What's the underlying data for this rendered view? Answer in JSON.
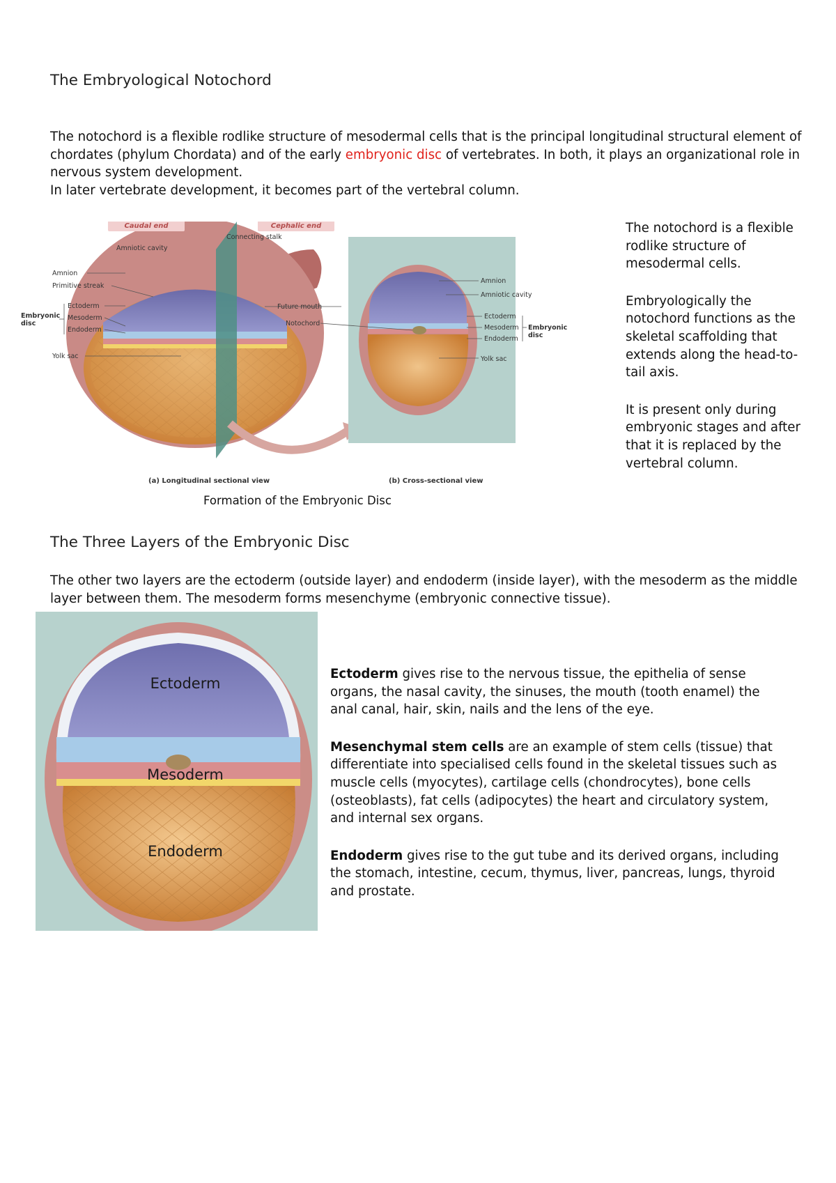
{
  "section1": {
    "title": "The Embryological Notochord",
    "intro_pre": "The notochord is a flexible rodlike structure of mesodermal cells that is the principal longitudinal structural element of chordates (phylum Chordata) and of the early ",
    "intro_link": "embryonic disc",
    "intro_post": " of vertebrates. In both, it plays an organizational role in nervous system development.",
    "intro_line2": "In later vertebrate development, it becomes part of the vertebral column."
  },
  "figure1": {
    "caption": "Formation of the Embryonic Disc",
    "caudal_label": "Caudal end",
    "cephalic_label": "Cephalic end",
    "labels_left": {
      "amniotic_cavity": "Amniotic cavity",
      "amnion": "Amnion",
      "primitive_streak": "Primitive streak",
      "embryonic_disc_1": "Embryonic",
      "embryonic_disc_2": "disc",
      "ectoderm": "Ectoderm",
      "mesoderm": "Mesoderm",
      "endoderm": "Endoderm",
      "yolk_sac": "Yolk sac",
      "connecting_stalk": "Connecting stalk",
      "future_mouth": "Future mouth",
      "notochord": "Notochord"
    },
    "labels_right": {
      "amnion": "Amnion",
      "amniotic_cavity": "Amniotic cavity",
      "ectoderm": "Ectoderm",
      "mesoderm": "Mesoderm",
      "endoderm": "Endoderm",
      "embryonic_disc_1": "Embryonic",
      "embryonic_disc_2": "disc",
      "yolk_sac": "Yolk sac"
    },
    "sub_a": "(a) Longitudinal sectional view",
    "sub_b": "(b) Cross-sectional view"
  },
  "sidebar": {
    "p1": "The notochord is a flexible rodlike structure of mesodermal cells.",
    "p2": "Embryologically the notochord functions as the skeletal scaffolding that extends along the head-to-tail axis.",
    "p3": "It is present only during embryonic stages and after that it is replaced by the vertebral column."
  },
  "section2": {
    "title": "The Three Layers of the Embryonic Disc",
    "intro": "The other two layers are the ectoderm (outside layer) and endoderm (inside layer), with the mesoderm as the middle layer between them. The mesoderm forms mesenchyme (embryonic connective tissue)."
  },
  "figure2": {
    "ectoderm": "Ectoderm",
    "mesoderm": "Mesoderm",
    "endoderm": "Endoderm"
  },
  "layers": [
    {
      "term": "Ectoderm",
      "text": " gives rise to the nervous tissue, the epithelia of sense organs, the nasal cavity, the sinuses, the mouth (tooth enamel) the anal canal, hair, skin, nails and the lens of the eye."
    },
    {
      "term": "Mesenchymal stem cells",
      "text": " are an example of stem cells (tissue) that differentiate into specialised cells found in the skeletal tissues such as muscle cells (myocytes), cartilage cells (chondrocytes), bone cells (osteoblasts), fat cells (adipocytes) the heart and circulatory system, and internal sex organs."
    },
    {
      "term": "Endoderm",
      "text": " gives rise to the gut tube and its derived organs, including the stomach, intestine, cecum, thymus, liver, pancreas, lungs, thyroid and prostate."
    }
  ],
  "colors": {
    "link": "#e0211b",
    "amnion_purple": "#8f8fc7",
    "yolk_orange": "#d99a4c",
    "outer_pink": "#c98a86",
    "panel_teal": "#b6d1cc"
  }
}
